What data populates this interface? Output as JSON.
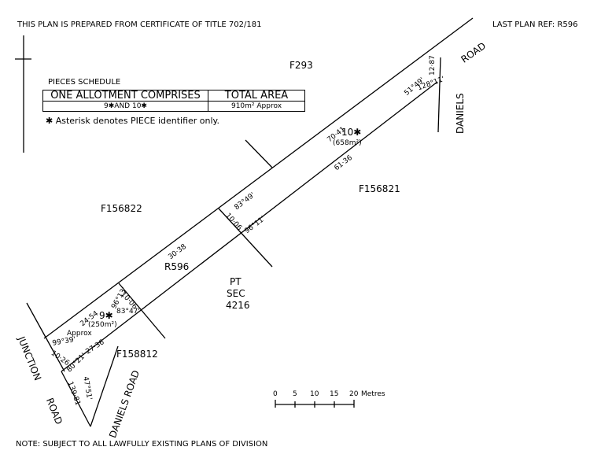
{
  "header": {
    "left": "THIS PLAN IS PREPARED FROM CERTIFICATE OF TITLE  702/181",
    "right": "LAST PLAN REF: R596"
  },
  "footer": {
    "note": "NOTE: SUBJECT TO ALL LAWFULLY EXISTING PLANS OF DIVISION"
  },
  "schedule": {
    "title": "PIECES SCHEDULE",
    "col1_header": "ONE ALLOTMENT COMPRISES",
    "col2_header": "TOTAL AREA",
    "col1_value": "9✱AND 10✱",
    "col2_value": "910m² Approx",
    "asterisk_note": "✱ Asterisk denotes PIECE identifier only."
  },
  "parcels": {
    "f293": "F293",
    "f156822": "F156822",
    "f156821": "F156821",
    "f158812": "F158812",
    "r596": "R596",
    "pt": "PT",
    "sec": "SEC",
    "sec_no": "4216"
  },
  "pieces": {
    "p10": "10✱",
    "p10_area": "(658m²)",
    "p9": "9✱",
    "p9_area": "(250m²)"
  },
  "roads": {
    "road_top": "ROAD",
    "daniels_top": "DANIELS",
    "junction": "JUNCTION",
    "road_bottom": "ROAD",
    "daniels_road": "DANIELS ROAD"
  },
  "dimensions": {
    "d1287": "12·87",
    "a5149": "51°49'",
    "a12811": "128°11'",
    "d7041": "70·41",
    "d6136": "61·36",
    "a8349": "83°49'",
    "d1006a": "10·06",
    "a9611": "96°11'",
    "d3038": "30·38",
    "d2454": "24·54",
    "a9613": "96°13'",
    "d1006b": "10·06",
    "a8347": "83°47'",
    "approx": "Approx",
    "a9939": "99°39'",
    "d1026": "10·26",
    "d2736": "27·36",
    "a8021": "80°21'",
    "d13981": "139·81",
    "a4751": "47°51'"
  },
  "scale": {
    "t0": "0",
    "t5": "5",
    "t10": "10",
    "t15": "15",
    "t20": "20",
    "unit": "Metres"
  }
}
